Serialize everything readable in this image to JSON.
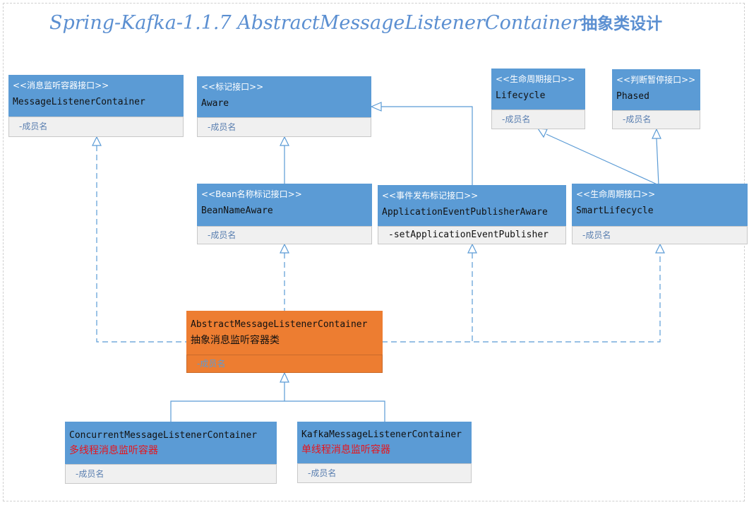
{
  "title": {
    "text_latin": "Spring-Kafka-1.1.7  AbstractMessageListenerContainer",
    "text_cn": "抽象类设计"
  },
  "boxes": {
    "mlc": {
      "stereotype": "<<消息监听容器接口>>",
      "name": "MessageListenerContainer",
      "member": "-成员名"
    },
    "aware": {
      "stereotype": "<<标记接口>>",
      "name": "Aware",
      "member": "-成员名"
    },
    "lifecycle": {
      "stereotype": "<<生命周期接口>>",
      "name": "Lifecycle",
      "member": "-成员名"
    },
    "phased": {
      "stereotype": "<<判断暂停接口>>",
      "name": "Phased",
      "member": "-成员名"
    },
    "bna": {
      "stereotype": "<<Bean名称标记接口>>",
      "name": "BeanNameAware",
      "member": "-成员名"
    },
    "aepa": {
      "stereotype": "<<事件发布标记接口>>",
      "name": "ApplicationEventPublisherAware",
      "member": "-setApplicationEventPublisher"
    },
    "smart": {
      "stereotype": "<<生命周期接口>>",
      "name": "SmartLifecycle",
      "member": "-成员名"
    },
    "abstract": {
      "name": "AbstractMessageListenerContainer",
      "desc": "抽象消息监听容器类",
      "member": "-成员名"
    },
    "concurrent": {
      "name": "ConcurrentMessageListenerContainer",
      "desc": "多线程消息监听容器",
      "member": "-成员名"
    },
    "kafka": {
      "name": "KafkaMessageListenerContainer",
      "desc": "单线程消息监听容器",
      "member": "-成员名"
    }
  },
  "colors": {
    "interface_header": "#5b9bd5",
    "abstract_class": "#ed7d31",
    "member_area": "#f0f0f0",
    "description_red": "#e8141c",
    "connector": "#5b9bd5"
  }
}
